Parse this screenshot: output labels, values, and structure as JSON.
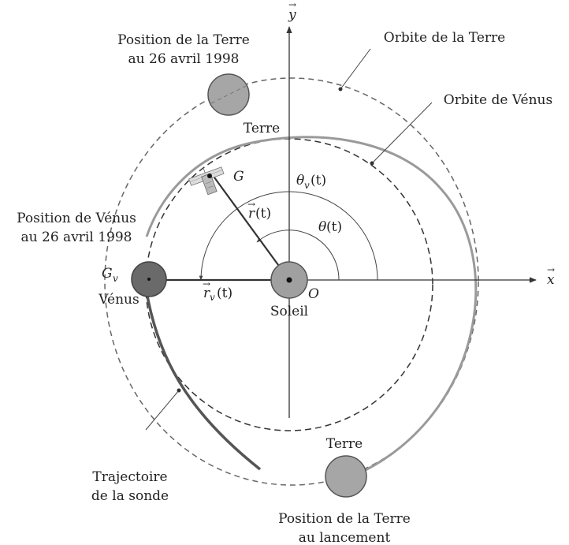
{
  "labels": {
    "earth_position_date_line1": "Position de la Terre",
    "earth_position_date_line2": "au 26 avril 1998",
    "earth_orbit": "Orbite de la Terre",
    "venus_orbit": "Orbite de Vénus",
    "earth_top": "Terre",
    "venus_position_line1": "Position de Vénus",
    "venus_position_line2": "au 26 avril 1998",
    "venus": "Vénus",
    "sun": "Soleil",
    "probe_trajectory_line1": "Trajectoire",
    "probe_trajectory_line2": "de la sonde",
    "earth_bottom": "Terre",
    "earth_launch_line1": "Position de la Terre",
    "earth_launch_line2": "au lancement"
  },
  "math": {
    "x_axis": "x",
    "y_axis": "y",
    "origin": "O",
    "probe_point": "G",
    "venus_point": "G",
    "venus_point_sub": "v",
    "r": "r",
    "r_arg": "(t)",
    "rv": "r",
    "rv_sub": "v",
    "rv_arg": "(t)",
    "theta": "θ",
    "theta_arg": "(t)",
    "theta_v": "θ",
    "theta_v_sub": "v",
    "theta_v_arg": "(t)",
    "vector_arrow": "→"
  },
  "colors": {
    "earth_orbit": "#666666",
    "venus_orbit": "#333333",
    "trajectory_light": "#9a9a9a",
    "trajectory_dark": "#555555",
    "earth_fill": "#a6a6a6",
    "venus_fill": "#6a6a6a",
    "sun_fill": "#a0a0a0",
    "axis": "#333333"
  }
}
